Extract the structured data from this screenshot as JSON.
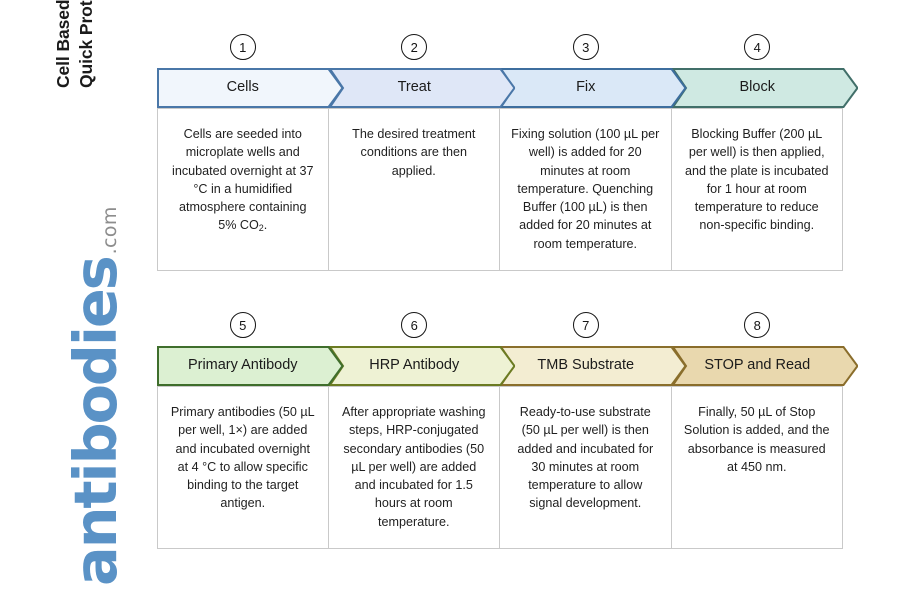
{
  "title": {
    "line1": "Cell Based ELISA Kits",
    "line2": "Quick Protocol"
  },
  "logo": {
    "word": "antibodies",
    "suffix": ".com",
    "word_color": "#5a92c6",
    "suffix_color": "#8d8d8d"
  },
  "rows": [
    {
      "id": "row-1",
      "steps": [
        {
          "number": "1",
          "label": "Cells",
          "text": "Cells are seeded into microplate wells and incubated overnight at 37 °C in a humidified atmosphere containing 5% CO",
          "text_sub": "2",
          "text_tail": ".",
          "fill": "#f1f6fc",
          "stroke": "#4a77a8"
        },
        {
          "number": "2",
          "label": "Treat",
          "text": "The desired treatment conditions are then applied.",
          "text_sub": "",
          "text_tail": "",
          "fill": "#dfe7f7",
          "stroke": "#4a77a8"
        },
        {
          "number": "3",
          "label": "Fix",
          "text": "Fixing solution (100 µL per well) is added for 20 minutes at room temperature. Quenching Buffer (100 µL) is then added for 20 minutes at room temperature.",
          "text_sub": "",
          "text_tail": "",
          "fill": "#dae8f7",
          "stroke": "#3d6e9e"
        },
        {
          "number": "4",
          "label": "Block",
          "text": "Blocking Buffer (200 µL per well) is then applied, and the plate is incubated for 1 hour at room temperature to reduce non-specific binding.",
          "text_sub": "",
          "text_tail": "",
          "fill": "#cfe9e2",
          "stroke": "#416f69"
        }
      ]
    },
    {
      "id": "row-2",
      "steps": [
        {
          "number": "5",
          "label": "Primary Antibody",
          "text": "Primary antibodies (50 µL per well, 1×) are added and incubated overnight at 4 °C to allow specific binding to the target antigen.",
          "text_sub": "",
          "text_tail": "",
          "fill": "#dcf0d2",
          "stroke": "#3f6e2c"
        },
        {
          "number": "6",
          "label": "HRP Antibody",
          "text": "After appropriate washing steps, HRP-conjugated secondary antibodies (50 µL per well) are added and incubated for 1.5 hours at room temperature.",
          "text_sub": "",
          "text_tail": "",
          "fill": "#eef2d4",
          "stroke": "#6b7b22"
        },
        {
          "number": "7",
          "label": "TMB Substrate",
          "text": "Ready-to-use substrate (50 µL per well) is then added and incubated for 30 minutes at room temperature to allow signal development.",
          "text_sub": "",
          "text_tail": "",
          "fill": "#f3edd2",
          "stroke": "#8a6f2c"
        },
        {
          "number": "8",
          "label": "STOP and Read",
          "text": "Finally, 50 µL of Stop Solution is added, and the absorbance is measured at 450 nm.",
          "text_sub": "",
          "text_tail": "",
          "fill": "#e9d8ae",
          "stroke": "#8a6d2b"
        }
      ]
    }
  ]
}
